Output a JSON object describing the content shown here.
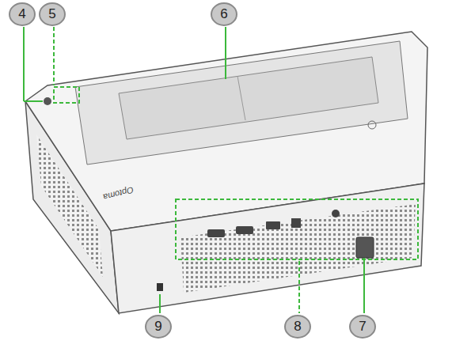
{
  "diagram": {
    "labels": [
      "4",
      "5",
      "6",
      "Optoma",
      "9",
      "8",
      "7"
    ]
  }
}
